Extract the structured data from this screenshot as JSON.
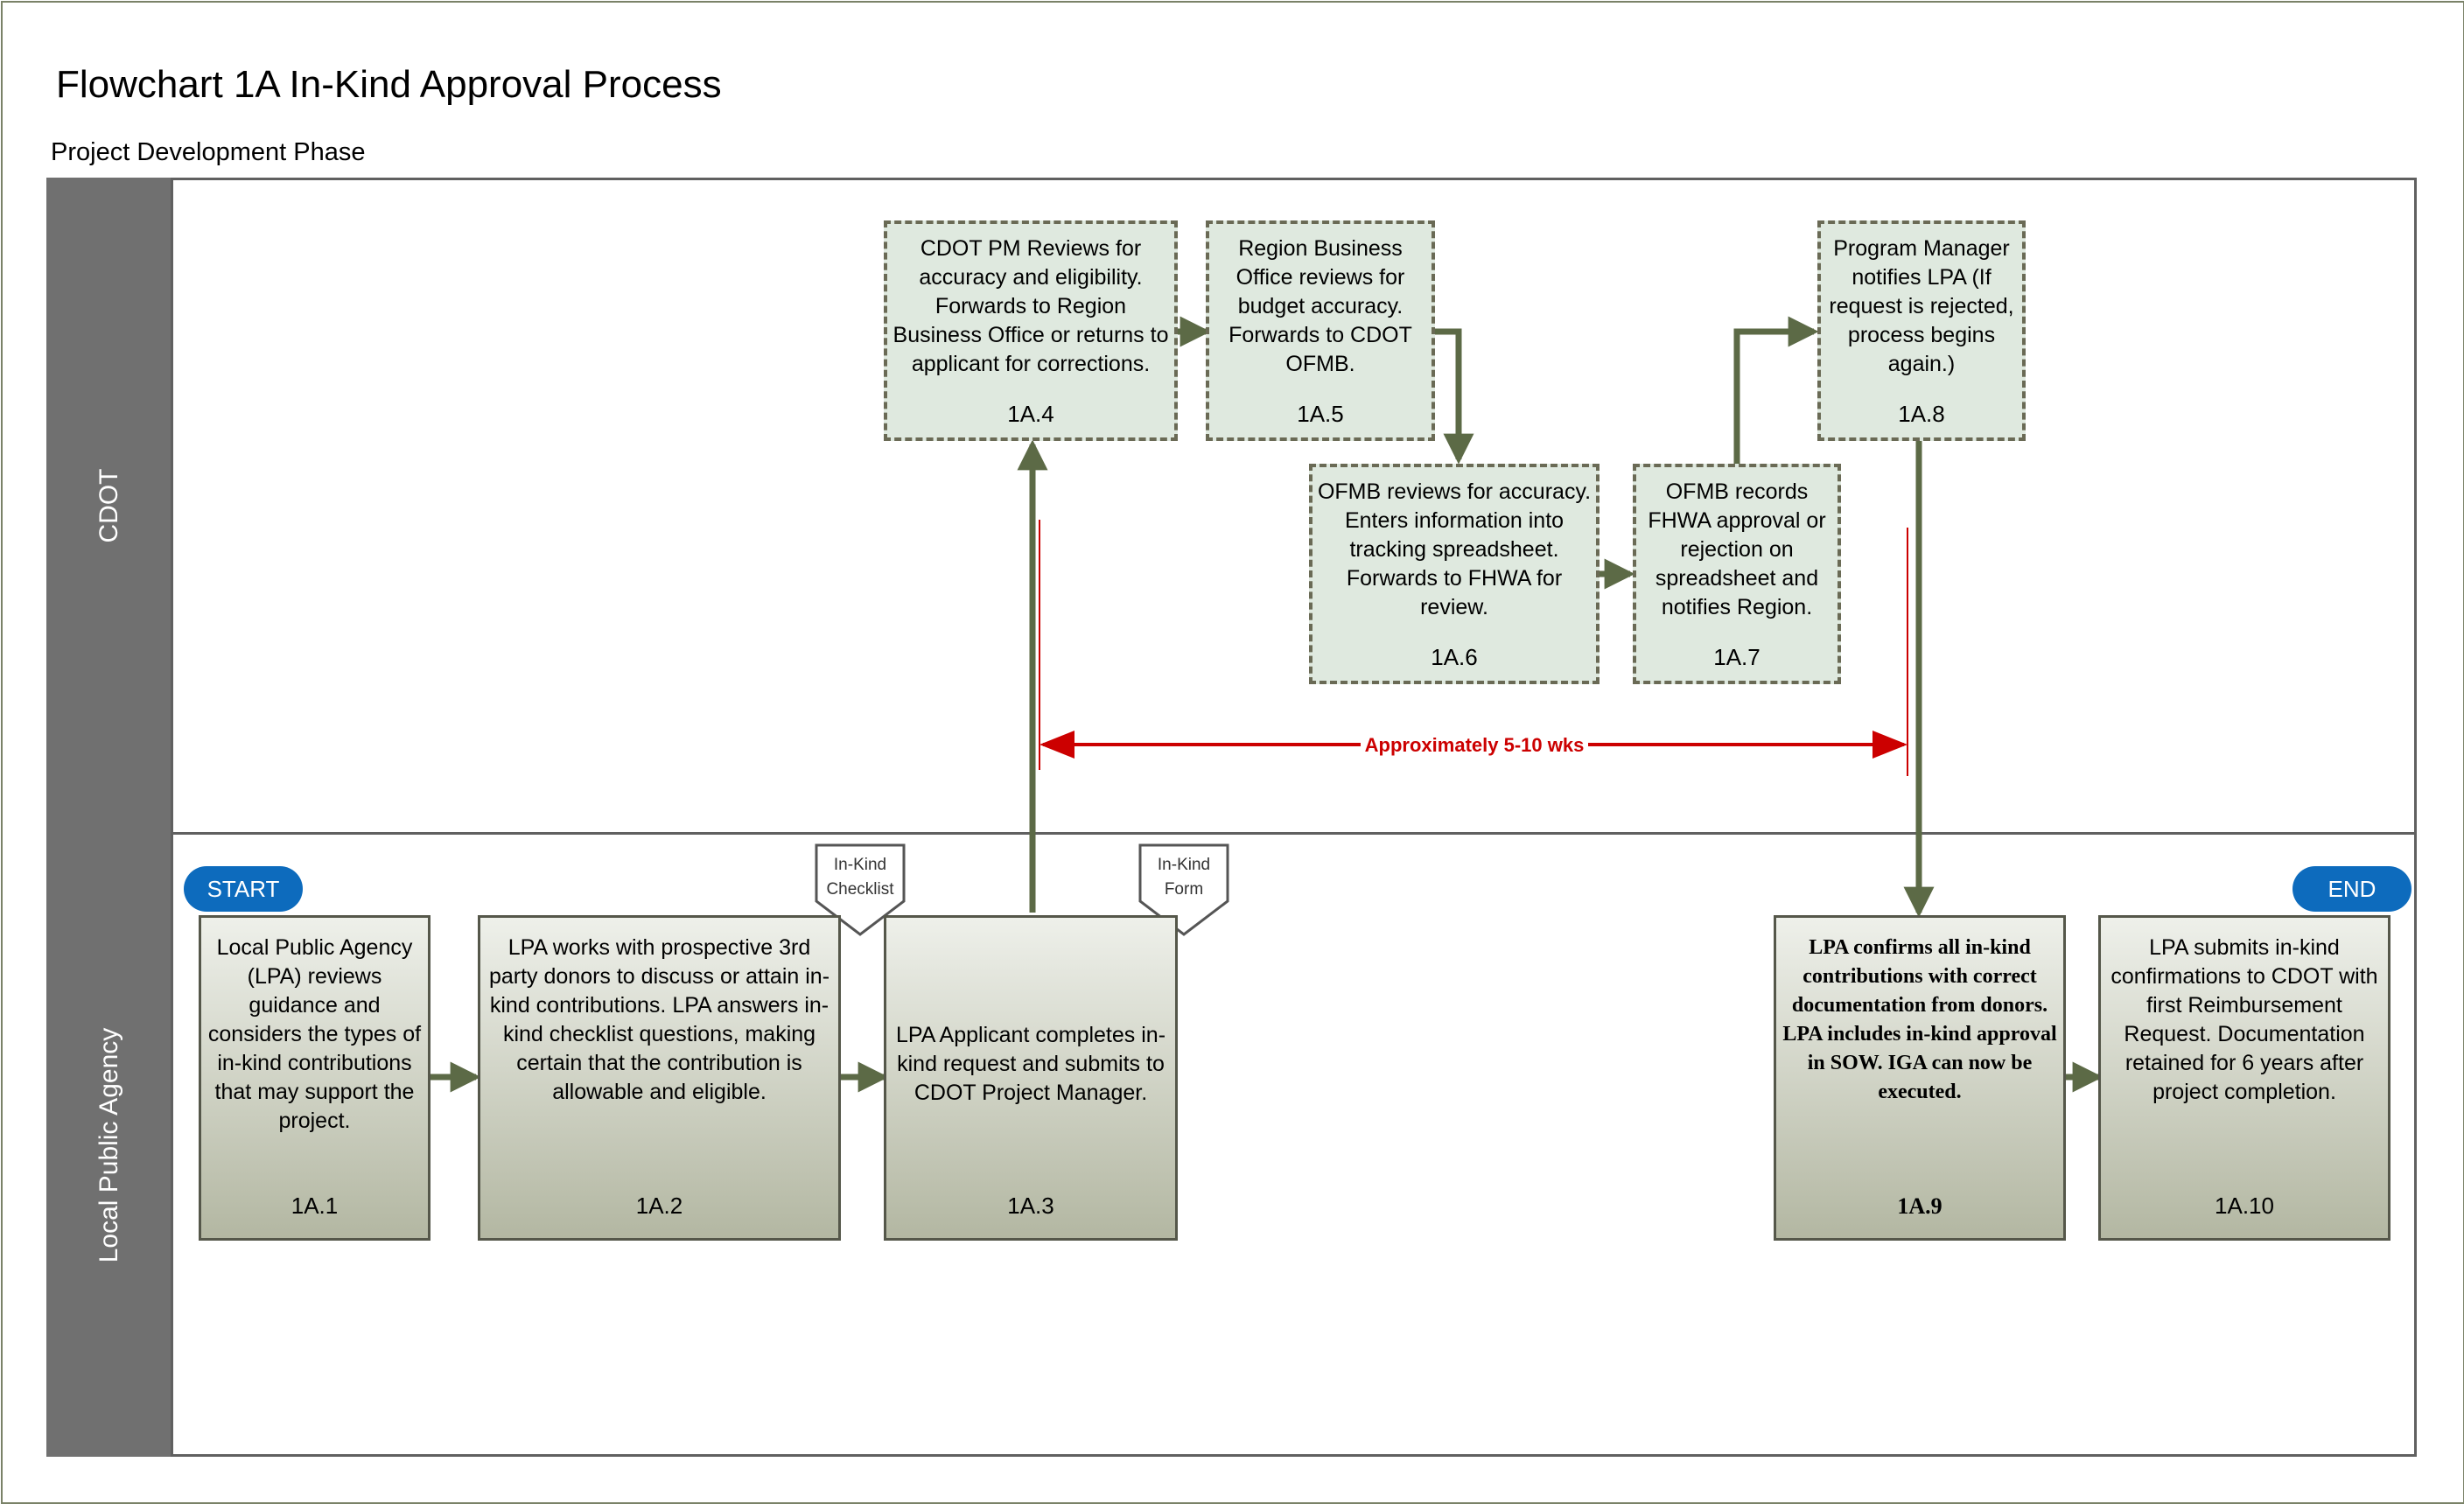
{
  "title": "Flowchart 1A In-Kind Approval Process",
  "subtitle": "Project Development Phase",
  "lanes": {
    "cdot": "CDOT",
    "lpa": "Local Public Agency"
  },
  "start_label": "START",
  "end_label": "END",
  "documents": {
    "checklist": [
      "In-Kind",
      "Checklist"
    ],
    "form": [
      "In-Kind",
      "Form"
    ]
  },
  "steps": {
    "s1": {
      "text": "Local Public Agency (LPA) reviews guidance and considers the types of in-kind contributions that may support the project.",
      "id": "1A.1"
    },
    "s2": {
      "text": "LPA works with prospective 3rd party donors to discuss or attain in-kind contributions.  LPA answers in-kind checklist questions, making certain that the contribution is allowable and eligible.",
      "id": "1A.2"
    },
    "s3": {
      "text": "LPA Applicant completes in-kind request and submits to CDOT Project Manager.",
      "id": "1A.3"
    },
    "s4": {
      "text": "CDOT PM Reviews for accuracy and eligibility.  Forwards to Region Business Office or returns to applicant for corrections.",
      "id": "1A.4"
    },
    "s5": {
      "text": "Region Business Office reviews for budget accuracy.  Forwards to CDOT OFMB.",
      "id": "1A.5"
    },
    "s6": {
      "text": "OFMB reviews for accuracy.  Enters information into tracking spreadsheet.  Forwards to FHWA for review.",
      "id": "1A.6"
    },
    "s7": {
      "text": "OFMB records FHWA approval or rejection on spreadsheet and notifies Region.",
      "id": "1A.7"
    },
    "s8": {
      "text": "Program Manager notifies LPA (If request is rejected, process begins again.)",
      "id": "1A.8"
    },
    "s9": {
      "text": "LPA confirms all in-kind contributions with correct documentation from donors. LPA includes in-kind approval in SOW.  IGA can now be executed.",
      "id": "1A.9"
    },
    "s10": {
      "text": "LPA submits in-kind confirmations to CDOT with first Reimbursement Request.  Documentation retained for 6 years after project completion.",
      "id": "1A.10"
    }
  },
  "duration_label": "Approximately 5-10 wks",
  "colors": {
    "connector": "#5c6a46",
    "duration": "#cc0000",
    "pill": "#0d6bbd",
    "lane_header": "#707070"
  }
}
